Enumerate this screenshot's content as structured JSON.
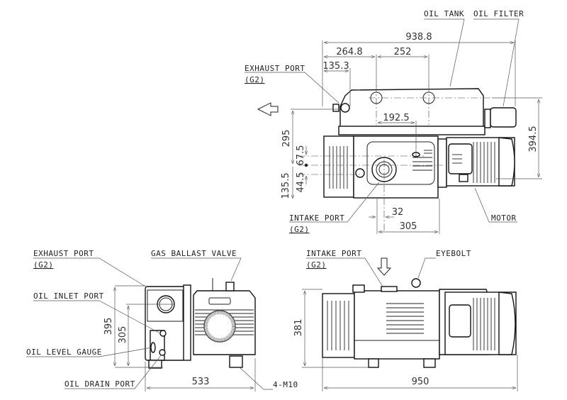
{
  "top_view": {
    "labels": {
      "oil_tank": "OIL TANK",
      "oil_filter": "OIL FILTER",
      "exhaust_port": "EXHAUST PORT",
      "exhaust_port_size": "(G2)",
      "intake_port": "INTAKE PORT",
      "intake_port_size": "(G2)",
      "motor": "MOTOR"
    },
    "dimensions": {
      "overall_length": "938.8",
      "d_264_8": "264.8",
      "d_252": "252",
      "d_135_3": "135.3",
      "d_192_5": "192.5",
      "d_295": "295",
      "d_67_5": "67.5",
      "d_44_5": "44.5",
      "d_135_5": "135.5",
      "d_394_5": "394.5",
      "d_32": "32",
      "d_305": "305"
    }
  },
  "side_view": {
    "labels": {
      "exhaust_port": "EXHAUST PORT",
      "exhaust_port_size": "(G2)",
      "gas_ballast_valve": "GAS BALLAST VALVE",
      "oil_inlet_port": "OIL INLET PORT",
      "oil_level_gauge": "OIL LEVEL GAUGE",
      "oil_drain_port": "OIL DRAIN PORT",
      "mount_bolts": "4-M10"
    },
    "dimensions": {
      "height": "395",
      "d_305": "305",
      "width": "533"
    }
  },
  "front_view": {
    "labels": {
      "intake_port": "INTAKE PORT",
      "intake_port_size": "(G2)",
      "eyebolt": "EYEBOLT"
    },
    "dimensions": {
      "height": "381",
      "length": "950"
    }
  }
}
